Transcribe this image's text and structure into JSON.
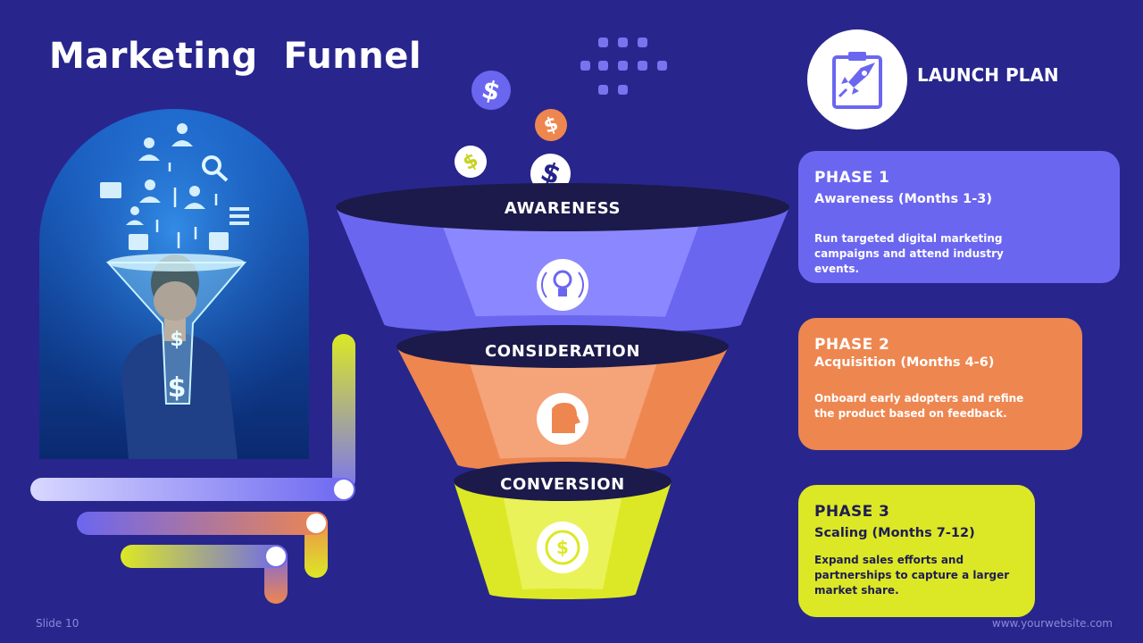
{
  "slide": {
    "title": "Marketing  Funnel",
    "slide_number": "Slide 10",
    "website": "www.yourwebsite.com"
  },
  "launch": {
    "title": "LAUNCH PLAN",
    "icon": "rocket-clipboard-icon"
  },
  "funnel": {
    "stages": [
      {
        "label": "AWARENESS",
        "icon": "lightbulb-icon",
        "color": "#6b66f0"
      },
      {
        "label": "CONSIDERATION",
        "icon": "thinking-head-icon",
        "color": "#ee8650"
      },
      {
        "label": "CONVERSION",
        "icon": "dollar-cycle-icon",
        "color": "#dce825"
      }
    ]
  },
  "phases": [
    {
      "phase": "PHASE 1",
      "title": "Awareness (Months 1-3)",
      "description": "Run targeted digital marketing campaigns and attend industry events."
    },
    {
      "phase": "PHASE 2",
      "title": "Acquisition (Months 4-6)",
      "description": "Onboard early adopters and refine the product based on feedback."
    },
    {
      "phase": "PHASE 3",
      "title": "Scaling (Months 7-12)",
      "description": "Expand sales efforts and partnerships to capture a larger market share."
    }
  ],
  "coins": {
    "symbol": "$"
  },
  "colors": {
    "background": "#28268c",
    "purple": "#6b66f0",
    "orange": "#ee8650",
    "lime": "#dce825",
    "dark": "#1b1a4a"
  }
}
